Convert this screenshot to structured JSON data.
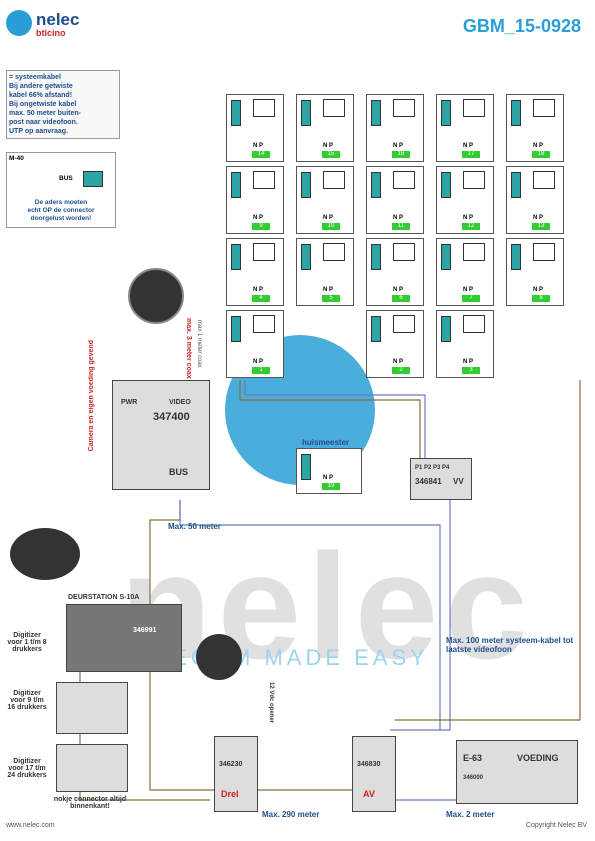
{
  "brand": {
    "name": "nelec",
    "sub": "bticino",
    "watermark": "nelec",
    "slogan": "TELECOM MADE EASY"
  },
  "doc_id": "GBM_15-0928",
  "legend": {
    "title": "= systeemkabel",
    "lines": [
      "Bij andere getwiste",
      "kabel 66% afstand!",
      "Bij ongetwiste kabel",
      "max. 50 meter buiten-",
      "post naar videofoon.",
      "UTP op aanvraag."
    ],
    "model": "M-40",
    "bus": "BUS",
    "note": [
      "De aders moeten",
      "echt OP de connector",
      "doorgelust worden!"
    ]
  },
  "units": [
    "14",
    "15",
    "16",
    "17",
    "18",
    "9",
    "10",
    "11",
    "12",
    "13",
    "4",
    "5",
    "6",
    "7",
    "8",
    "1",
    "2",
    "3"
  ],
  "huismeester": {
    "label": "huismeester",
    "num": "19"
  },
  "devices": {
    "video_mod": {
      "code": "347400",
      "pwr": "PWR",
      "video": "VIDEO",
      "bus": "BUS",
      "note_red": "Camera en eigen voeding gevend",
      "note_coax": "max. 3 meter coax",
      "note_coax2": "max 1 meter coax"
    },
    "distributor": {
      "code": "346841",
      "vv": "VV",
      "ports": "P1 P2 P3 P4"
    },
    "door": {
      "label": "DEURSTATION S-10A",
      "code": "346991"
    },
    "ctrl1": {
      "code": "346230",
      "name": "Drel"
    },
    "ctrl2": {
      "code": "346830",
      "name": "AV"
    },
    "psu": {
      "code": "E-63",
      "label": "VOEDING",
      "sub": "346000"
    }
  },
  "labels": {
    "max50": "Max. 50 meter",
    "max100": "Max. 100 meter systeem-kabel tot laatste videofoon",
    "max290": "Max. 290 meter",
    "max2": "Max. 2 meter",
    "opener": "12 Vdc opener",
    "dig1": "Digitizer voor 1 t/m 8 drukkers",
    "dig2": "Digitizer voor 9 t/m 16 drukkers",
    "dig3": "Digitizer voor 17 t/m 24 drukkers",
    "nokje": "nokje connector altijd binnenkant!",
    "site": "www.nelec.com",
    "copy": "Copyright Nelec BV"
  },
  "colors": {
    "accent": "#2a9fd6",
    "term": "#2ca6a4",
    "green": "#33cc33",
    "red": "#cc2222"
  }
}
